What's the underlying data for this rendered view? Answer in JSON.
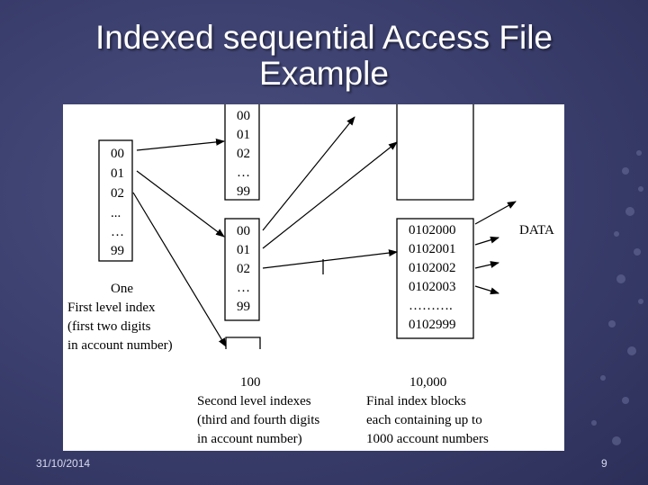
{
  "slide": {
    "title_line1": "Indexed sequential Access File",
    "title_line2": "Example",
    "date": "31/10/2014",
    "page_number": "9"
  },
  "diagram": {
    "first_level": {
      "entries": [
        "00",
        "01",
        "02",
        "...",
        "…",
        "99"
      ],
      "caption": [
        "One",
        "First level index",
        "(first two digits",
        "in account number)"
      ]
    },
    "second_level_top": {
      "entries": [
        "00",
        "01",
        "02",
        "…",
        "99"
      ]
    },
    "second_level_mid": {
      "entries": [
        "00",
        "01",
        "02",
        "…",
        "99"
      ]
    },
    "second_level_caption": [
      "100",
      "Second level indexes",
      "(third and fourth digits",
      "in account number)"
    ],
    "final_block": {
      "entries": [
        "0102000",
        "0102001",
        "0102002",
        "0102003",
        "……….",
        "0102999"
      ]
    },
    "final_caption": [
      "10,000",
      "Final index blocks",
      "each containing up to",
      "1000 account numbers"
    ],
    "data_label": "DATA"
  }
}
